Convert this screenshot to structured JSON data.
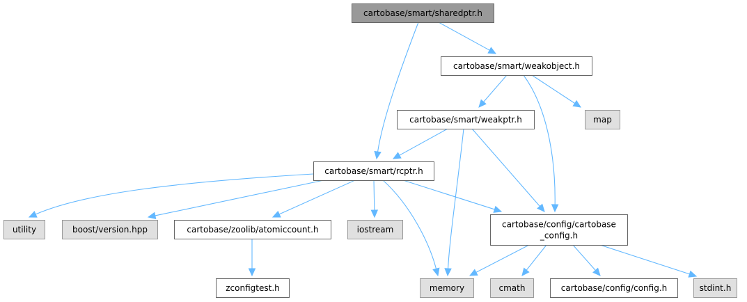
{
  "diagram": {
    "type": "include-dependency-graph",
    "colors": {
      "root_fill": "#999999",
      "root_stroke": "#666666",
      "internal_fill": "#ffffff",
      "internal_stroke": "#666666",
      "external_fill": "#e0e0e0",
      "external_stroke": "#999999",
      "edge": "#63b8ff"
    },
    "nodes": [
      {
        "id": "sharedptr",
        "label": [
          "cartobase/smart/sharedptr.h"
        ],
        "kind": "root"
      },
      {
        "id": "weakobject",
        "label": [
          "cartobase/smart/weakobject.h"
        ],
        "kind": "internal"
      },
      {
        "id": "weakptr",
        "label": [
          "cartobase/smart/weakptr.h"
        ],
        "kind": "internal"
      },
      {
        "id": "map",
        "label": [
          "map"
        ],
        "kind": "external"
      },
      {
        "id": "rcptr",
        "label": [
          "cartobase/smart/rcptr.h"
        ],
        "kind": "internal"
      },
      {
        "id": "utility",
        "label": [
          "utility"
        ],
        "kind": "external"
      },
      {
        "id": "boostversion",
        "label": [
          "boost/version.hpp"
        ],
        "kind": "external"
      },
      {
        "id": "atomiccount",
        "label": [
          "cartobase/zoolib/atomiccount.h"
        ],
        "kind": "internal"
      },
      {
        "id": "iostream",
        "label": [
          "iostream"
        ],
        "kind": "external"
      },
      {
        "id": "cartobaseconfig",
        "label": [
          "cartobase/config/cartobase",
          "_config.h"
        ],
        "kind": "internal"
      },
      {
        "id": "zconfigtest",
        "label": [
          "zconfigtest.h"
        ],
        "kind": "internal"
      },
      {
        "id": "memory",
        "label": [
          "memory"
        ],
        "kind": "external"
      },
      {
        "id": "cmath",
        "label": [
          "cmath"
        ],
        "kind": "external"
      },
      {
        "id": "config",
        "label": [
          "cartobase/config/config.h"
        ],
        "kind": "internal"
      },
      {
        "id": "stdint",
        "label": [
          "stdint.h"
        ],
        "kind": "external"
      }
    ],
    "edges": [
      {
        "from": "sharedptr",
        "to": "weakobject"
      },
      {
        "from": "sharedptr",
        "to": "rcptr"
      },
      {
        "from": "weakobject",
        "to": "weakptr"
      },
      {
        "from": "weakobject",
        "to": "map"
      },
      {
        "from": "weakobject",
        "to": "cartobaseconfig"
      },
      {
        "from": "weakptr",
        "to": "rcptr"
      },
      {
        "from": "weakptr",
        "to": "memory"
      },
      {
        "from": "weakptr",
        "to": "cartobaseconfig"
      },
      {
        "from": "rcptr",
        "to": "utility"
      },
      {
        "from": "rcptr",
        "to": "boostversion"
      },
      {
        "from": "rcptr",
        "to": "atomiccount"
      },
      {
        "from": "rcptr",
        "to": "iostream"
      },
      {
        "from": "rcptr",
        "to": "memory"
      },
      {
        "from": "rcptr",
        "to": "cartobaseconfig"
      },
      {
        "from": "atomiccount",
        "to": "zconfigtest"
      },
      {
        "from": "cartobaseconfig",
        "to": "memory"
      },
      {
        "from": "cartobaseconfig",
        "to": "cmath"
      },
      {
        "from": "cartobaseconfig",
        "to": "config"
      },
      {
        "from": "cartobaseconfig",
        "to": "stdint"
      }
    ]
  }
}
